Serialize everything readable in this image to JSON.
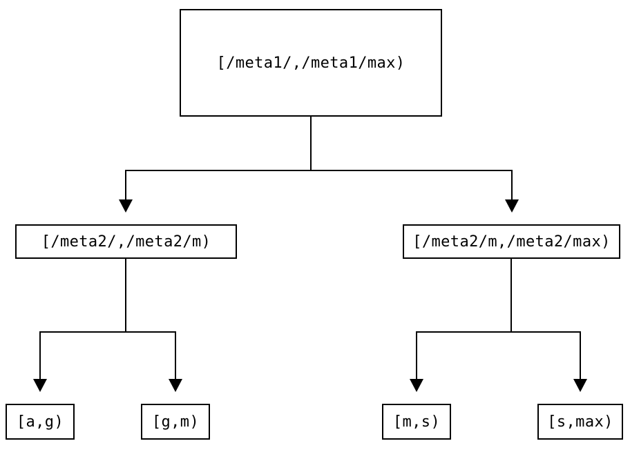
{
  "colors": {
    "background": "#ffffff",
    "line": "#000000",
    "text": "#000000"
  },
  "nodes": {
    "root": {
      "label": "[/meta1/,/meta1/max)"
    },
    "level2_left": {
      "label": "[/meta2/,/meta2/m)"
    },
    "level2_right": {
      "label": "[/meta2/m,/meta2/max)"
    },
    "leaf_ag": {
      "label": "[a,g)"
    },
    "leaf_gm": {
      "label": "[g,m)"
    },
    "leaf_ms": {
      "label": "[m,s)"
    },
    "leaf_smax": {
      "label": "[s,max)"
    }
  }
}
